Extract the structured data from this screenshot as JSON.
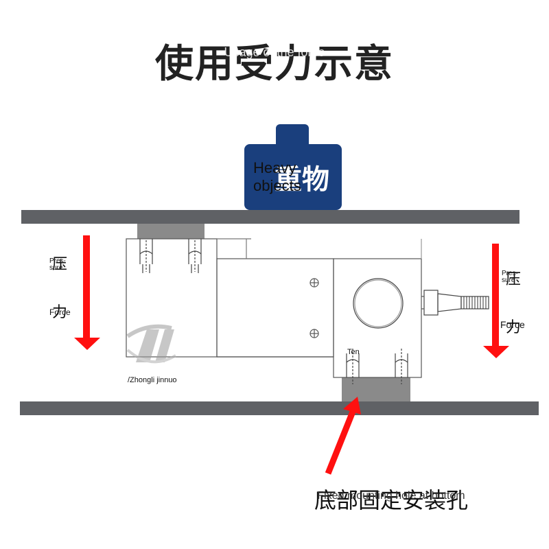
{
  "title": {
    "text": "使用受力示意",
    "overlay": "Usage of the force"
  },
  "load": {
    "label_cn": "重物",
    "label_en_line1": "Heavy",
    "label_en_line2": "objects"
  },
  "left_force": {
    "cn_top": "压",
    "cn_bottom": "力",
    "en_top_line1": "Pres-",
    "en_top_line2": "sure",
    "en_bottom": "Force"
  },
  "right_force": {
    "cn_top": "压",
    "cn_bottom": "力",
    "en_top_line1": "Pres-",
    "en_top_line2": "sure",
    "en_bottom": "Force"
  },
  "watermark": {
    "brand": "/Zhongli jinnuo"
  },
  "bolt_label": "Ten",
  "bottom_caption": {
    "text_cn": "底部固定安装孔",
    "text_en": "Fixed mounting hole at bottom"
  },
  "colors": {
    "load_fill": "#1a3f7d",
    "arrow": "#ff1010",
    "plate": "#5f6165",
    "pad": "#8a8a8a",
    "outline": "#555555"
  }
}
